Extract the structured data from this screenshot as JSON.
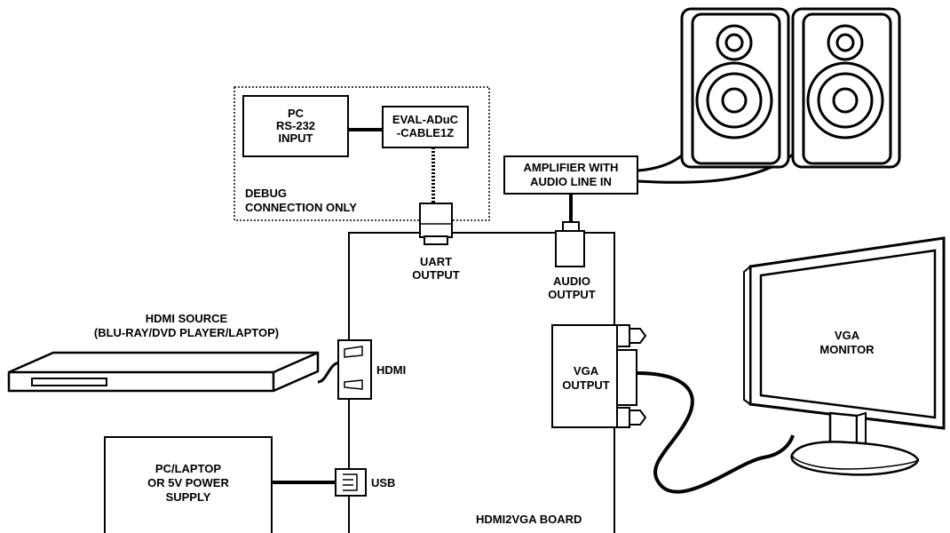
{
  "labels": {
    "pc_line1": "PC",
    "pc_line2": "RS-232",
    "pc_line3": "INPUT",
    "eval_line1": "EVAL-ADuC",
    "eval_line2": "-CABLE1Z",
    "debug_line1": "DEBUG",
    "debug_line2": "CONNECTION ONLY",
    "amp_line1": "AMPLIFIER WITH",
    "amp_line2": "AUDIO LINE IN",
    "uart_line1": "UART",
    "uart_line2": "OUTPUT",
    "audio_line1": "AUDIO",
    "audio_line2": "OUTPUT",
    "hdmi_src_line1": "HDMI SOURCE",
    "hdmi_src_line2": "(BLU-RAY/DVD PLAYER/LAPTOP)",
    "hdmi_port": "HDMI",
    "vga_line1": "VGA",
    "vga_line2": "OUTPUT",
    "monitor_line1": "VGA",
    "monitor_line2": "MONITOR",
    "pc_supply_line1": "PC/LAPTOP",
    "pc_supply_line2": "OR 5V POWER",
    "pc_supply_line3": "SUPPLY",
    "usb_port": "USB",
    "board_name": "HDMI2VGA BOARD"
  },
  "icons": [
    "speaker-icon",
    "monitor-icon",
    "dvd-player-icon"
  ],
  "colors": {
    "stroke": "#000000",
    "background": "#ffffff"
  }
}
